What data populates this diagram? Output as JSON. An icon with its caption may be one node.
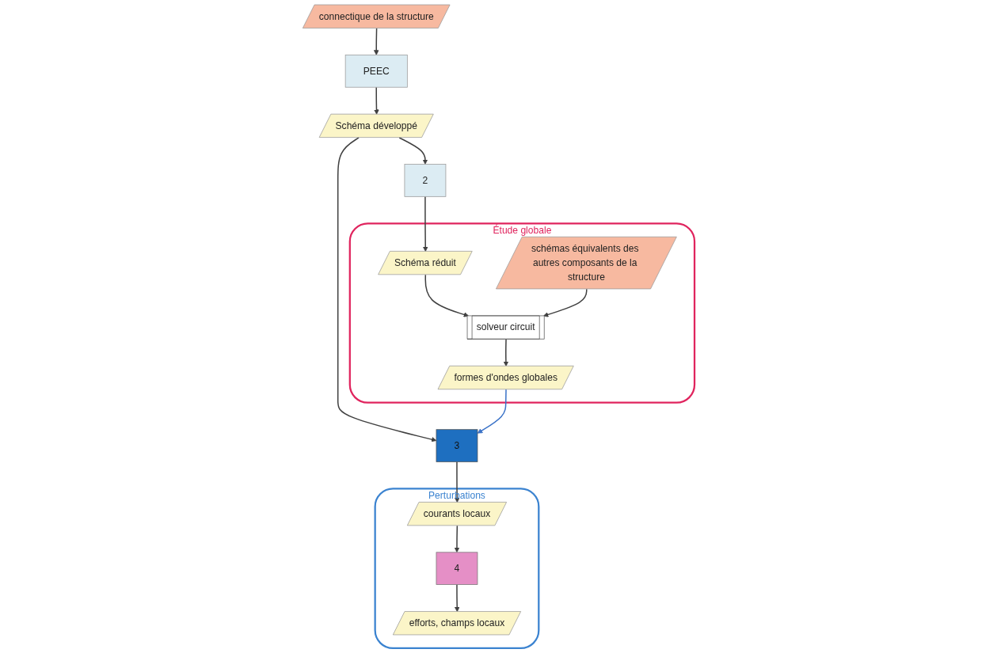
{
  "diagram": {
    "nodes": [
      {
        "text": [
          "connectique de la structure"
        ]
      },
      {
        "text": [
          "Étude globale"
        ]
      },
      {
        "text": [
          "schémas équivalents des autres composants de la structure"
        ],
        "in": 1
      },
      {
        "text": [
          "PEEC"
        ]
      },
      {
        "text": [
          "Schéma développé"
        ]
      },
      {
        "text": [
          "2"
        ]
      },
      {
        "text": [
          "Schéma réduit"
        ],
        "in": 1
      },
      {
        "text": [
          "solveur circuit"
        ],
        "in": 1
      },
      {
        "text": [
          "3"
        ]
      },
      {
        "text": [
          "formes d'ondes globales"
        ],
        "in": 1
      },
      {
        "text": [
          "Perturbations"
        ]
      },
      {
        "text": [
          "courants locaux"
        ],
        "in": 10
      },
      {
        "text": [
          "4"
        ],
        "in": 10
      },
      {
        "text": [
          "efforts, champs locaux"
        ],
        "in": 10
      }
    ],
    "edges": [
      {
        "from": 0,
        "to": 3,
        "arrow": "to"
      },
      {
        "from": 3,
        "to": 4,
        "arrow": "to"
      },
      {
        "from": 4,
        "to": 5,
        "arrow": "to"
      },
      {
        "from": 5,
        "to": 6,
        "arrow": "to"
      },
      {
        "from": 6,
        "to": 7,
        "arrow": "to"
      },
      {
        "from": 2,
        "to": 7,
        "arrow": "to"
      },
      {
        "from": 7,
        "to": 9,
        "arrow": "to"
      },
      {
        "from": 4,
        "to": 8,
        "arrow": "to"
      },
      {
        "from": 9,
        "to": 8,
        "arrow": "to",
        "color": "#3b73c8"
      },
      {
        "from": 8,
        "to": 11,
        "arrow": "to"
      },
      {
        "from": 11,
        "to": 12,
        "arrow": "to"
      },
      {
        "from": 12,
        "to": 13,
        "arrow": "to"
      }
    ]
  }
}
